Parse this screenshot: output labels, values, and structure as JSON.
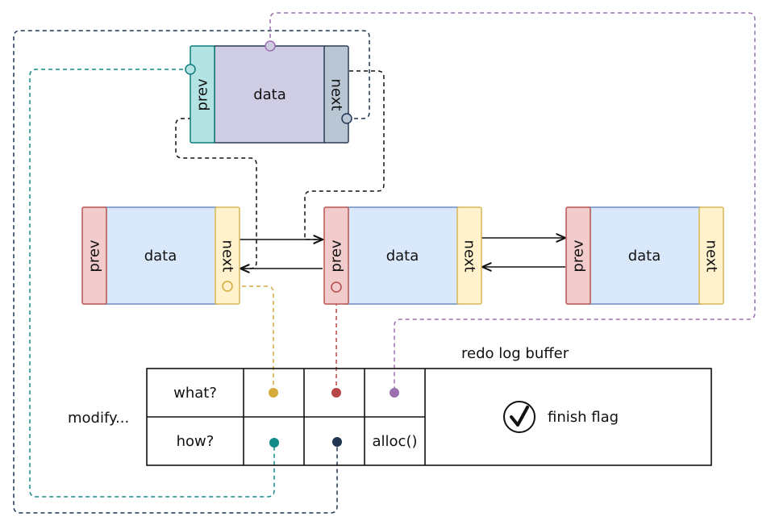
{
  "colors": {
    "prev_green": "#b3e3e3",
    "prev_green_stroke": "#0e7c7b",
    "data_purple": "#cfcde3",
    "data_purple_stroke": "#2b3d55",
    "next_gray": "#b9c7d4",
    "prev_red": "#f2cccc",
    "prev_red_stroke": "#b85450",
    "data_blue": "#dae8fc",
    "data_blue_stroke": "#6c8ebf",
    "next_yellow": "#fff2cc",
    "next_yellow_stroke": "#d6b656",
    "line_black": "#111111",
    "dot_yellow": "#d4aa3a",
    "dot_red": "#b84848",
    "dot_purple": "#9a6fb0",
    "dot_teal": "#138a8a",
    "dot_navy": "#1f3552"
  },
  "top_node": {
    "prev": "prev",
    "data": "data",
    "next": "next"
  },
  "nodes": [
    {
      "prev": "prev",
      "data": "data",
      "next": "next"
    },
    {
      "prev": "prev",
      "data": "data",
      "next": "next"
    },
    {
      "prev": "prev",
      "data": "data",
      "next": "next"
    }
  ],
  "log": {
    "title": "redo log buffer",
    "side_label": "modify...",
    "row_what": "what?",
    "row_how": "how?",
    "alloc": "alloc()",
    "finish_flag": "finish flag",
    "check_icon": "check-circle-icon"
  }
}
